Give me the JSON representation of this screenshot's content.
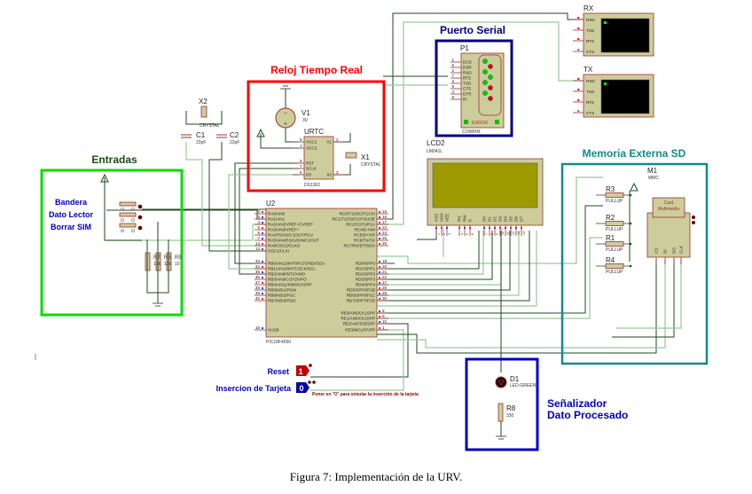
{
  "caption": "Figura 7: Implementación de la URV.",
  "colors": {
    "entradas": "#00e000",
    "reloj": "#ff0000",
    "serial": "#000080",
    "sd": "#138a8a",
    "senalizador": "#0000c0",
    "chip_body": "#cdcd9c",
    "wire_dark": "#1f4a1f",
    "wire_light": "#96c996"
  },
  "sections": {
    "entradas": {
      "title": "Entradas",
      "labels": [
        "Bandera",
        "Dato Lector",
        "Borrar SIM"
      ]
    },
    "reloj": {
      "title": "Reloj Tiempo Real"
    },
    "serial": {
      "title": "Puerto Serial"
    },
    "sd": {
      "title": "Memoria Externa SD"
    },
    "senalizador": {
      "title_line1": "Señalizador",
      "title_line2": "Dato Procesado"
    }
  },
  "u2": {
    "ref": "U2",
    "part": "PIC18F4550",
    "left_pins": [
      {
        "num": "2",
        "name": "RA0/AN0"
      },
      {
        "num": "3",
        "name": "RA1/AN1"
      },
      {
        "num": "4",
        "name": "RA2/AN2/VREF-/CVREF"
      },
      {
        "num": "5",
        "name": "RA3/AN3/VREF+"
      },
      {
        "num": "6",
        "name": "RA4/T0CKI/C1OUT/RCV"
      },
      {
        "num": "7",
        "name": "RA5/AN4/SS/LVDIN/C2OUT"
      },
      {
        "num": "14",
        "name": "RA6/OSC2/CLKO"
      },
      {
        "num": "13",
        "name": "OSC1/CLKI"
      },
      {
        "num": "33",
        "name": "RB0/AN12/INT0/FLT0/SDI/SDA"
      },
      {
        "num": "34",
        "name": "RB1/AN10/INT1/SCK/SCL"
      },
      {
        "num": "35",
        "name": "RB2/AN8/INT2/VMO"
      },
      {
        "num": "36",
        "name": "RB3/AN9/CCP2/VPO"
      },
      {
        "num": "37",
        "name": "RB4/AN11/KBI0/CSSPP"
      },
      {
        "num": "38",
        "name": "RB5/KBI1/PGM"
      },
      {
        "num": "39",
        "name": "RB6/KBI2/PGC"
      },
      {
        "num": "40",
        "name": "RB7/KBI3/PGD"
      },
      {
        "num": "18",
        "name": "VUSB"
      }
    ],
    "right_pins": [
      {
        "num": "15",
        "name": "RC0/T1OSO/T1CKI"
      },
      {
        "num": "16",
        "name": "RC1/T1OSI/CCP2/UOE"
      },
      {
        "num": "17",
        "name": "RC2/CCP1/P1A"
      },
      {
        "num": "23",
        "name": "RC4/D-/VM"
      },
      {
        "num": "24",
        "name": "RC5/D+/VP"
      },
      {
        "num": "25",
        "name": "RC6/TX/CK"
      },
      {
        "num": "26",
        "name": "RC7/RX/DT/SDO"
      },
      {
        "num": "19",
        "name": "RD0/SPP0"
      },
      {
        "num": "20",
        "name": "RD1/SPP1"
      },
      {
        "num": "21",
        "name": "RD2/SPP2"
      },
      {
        "num": "22",
        "name": "RD3/SPP3"
      },
      {
        "num": "27",
        "name": "RD4/SPP4"
      },
      {
        "num": "28",
        "name": "RD5/SPP5/P1B"
      },
      {
        "num": "29",
        "name": "RD6/SPP6/P1C"
      },
      {
        "num": "30",
        "name": "RD7/SPP7/P1D"
      },
      {
        "num": "8",
        "name": "RE0/AN5/CK1SPP"
      },
      {
        "num": "9",
        "name": "RE1/AN6/CK2SPP"
      },
      {
        "num": "10",
        "name": "RE2/AN7/OESPP"
      },
      {
        "num": "1",
        "name": "RE3/MCLR/VPP"
      }
    ]
  },
  "urtc": {
    "ref": "URTC",
    "part": "DS1302",
    "pins_left": [
      {
        "num": "8",
        "name": "VCC1"
      },
      {
        "num": "1",
        "name": "VCC2"
      },
      {
        "num": "5",
        "name": "RST"
      },
      {
        "num": "7",
        "name": "SCLK"
      },
      {
        "num": "6",
        "name": "I/O"
      }
    ],
    "pins_right": [
      {
        "num": "2",
        "name": "X1"
      },
      {
        "num": "3",
        "name": "X2"
      }
    ]
  },
  "v1": {
    "ref": "V1",
    "value": "3V"
  },
  "x1": {
    "ref": "X1",
    "value": "CRYSTAL"
  },
  "x2": {
    "ref": "X2",
    "value": "CRYSTAL"
  },
  "c1": {
    "ref": "C1",
    "value": "22pF"
  },
  "c2": {
    "ref": "C2",
    "value": "22pF"
  },
  "p1": {
    "ref": "P1",
    "part": "COMPIM",
    "pins": [
      {
        "num": "1",
        "name": "DCD"
      },
      {
        "num": "6",
        "name": "DSR"
      },
      {
        "num": "2",
        "name": "RXD"
      },
      {
        "num": "7",
        "name": "RTS"
      },
      {
        "num": "3",
        "name": "TXD"
      },
      {
        "num": "8",
        "name": "CTS"
      },
      {
        "num": "4",
        "name": "DTR"
      },
      {
        "num": "9",
        "name": "RI"
      }
    ],
    "error_label": "ERROR"
  },
  "terminals": [
    {
      "ref": "RX",
      "pins": [
        "RXD",
        "TXD",
        "RTS",
        "CTS"
      ]
    },
    {
      "ref": "TX",
      "pins": [
        "RXD",
        "TXD",
        "RTS",
        "CTS"
      ]
    }
  ],
  "lcd": {
    "ref": "LCD2",
    "part": "LM041L",
    "pins": [
      "VSS",
      "VDD",
      "VEE",
      "RS",
      "RW",
      "E",
      "D0",
      "D1",
      "D2",
      "D3",
      "D4",
      "D5",
      "D6",
      "D7"
    ],
    "pin_nums": [
      "1",
      "2",
      "3",
      "4",
      "5",
      "6",
      "7",
      "8",
      "9",
      "10",
      "11",
      "12",
      "13",
      "14"
    ]
  },
  "m1": {
    "ref": "M1",
    "part": "MMC",
    "card_label_1": "Card",
    "card_label_2": "Multimedia",
    "pins": [
      "CS",
      "DI",
      "DO",
      "CLK"
    ]
  },
  "pullups": [
    {
      "ref": "R3",
      "value": "PULLUP"
    },
    {
      "ref": "R2",
      "value": "PULLUP"
    },
    {
      "ref": "R1",
      "value": "PULLUP"
    },
    {
      "ref": "R4",
      "value": "PULLUP"
    }
  ],
  "input_resistors": [
    {
      "ref": "R7",
      "value": "10k"
    },
    {
      "ref": "R6",
      "value": "10k"
    },
    {
      "ref": "R5",
      "value": "10"
    }
  ],
  "d1": {
    "ref": "D1",
    "part": "LED-GREEN"
  },
  "r8": {
    "ref": "R8",
    "value": "330"
  },
  "logic": {
    "reset": {
      "label": "Reset",
      "state": "1",
      "color": "#c00000"
    },
    "insercion": {
      "label": "Insercion de Tarjeta",
      "state": "0",
      "color": "#0000b0"
    },
    "note": "Poner en \"0\" para simular la inserción de la tarjeta"
  }
}
